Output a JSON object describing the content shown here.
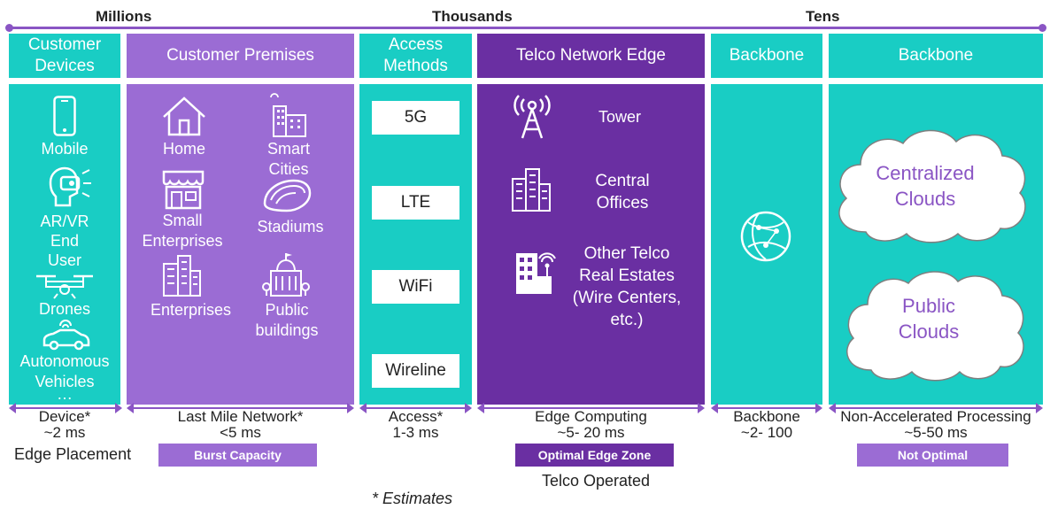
{
  "scale": {
    "millions": "Millions",
    "thousands": "Thousands",
    "tens": "Tens"
  },
  "headers": {
    "customer_devices": "Customer Devices",
    "customer_premises": "Customer Premises",
    "access_methods": "Access Methods",
    "telco_edge": "Telco Network Edge",
    "backbone1": "Backbone",
    "backbone2": "Backbone"
  },
  "devices": {
    "mobile": "Mobile",
    "arvr": "AR/VR\nEnd\nUser",
    "drones": "Drones",
    "auto": "Autonomous\nVehicles",
    "more": "…"
  },
  "premises": {
    "home": "Home",
    "smart_cities": "Smart\nCities",
    "small_ent": "Small\nEnterprises",
    "stadiums": "Stadiums",
    "enterprises": "Enterprises",
    "public": "Public\nbuildings"
  },
  "access": {
    "a1": "5G",
    "a2": "LTE",
    "a3": "WiFi",
    "a4": "Wireline"
  },
  "edge": {
    "tower": "Tower",
    "central": "Central\nOffices",
    "other": "Other Telco\nReal Estates\n(Wire Centers,\netc.)"
  },
  "clouds": {
    "centralized": "Centralized\nClouds",
    "public": "Public\nClouds"
  },
  "bottom": {
    "device": "Device*\n~2 ms",
    "last_mile": "Last Mile Network*\n<5 ms",
    "access": "Access*\n1-3 ms",
    "edge": "Edge Computing\n~5- 20 ms",
    "backbone": "Backbone\n~2- 100",
    "nonacc": "Non-Accelerated Processing\n~5-50 ms"
  },
  "badges": {
    "burst": "Burst Capacity",
    "optimal": "Optimal Edge Zone",
    "not_optimal": "Not Optimal"
  },
  "footer": {
    "edge_placement": "Edge Placement",
    "telco_operated": "Telco Operated",
    "estimates": "* Estimates"
  },
  "colors": {
    "teal": "#19cdc4",
    "lavender": "#9b6cd4",
    "purple": "#6a2fa2",
    "accent": "#8a55c4"
  }
}
